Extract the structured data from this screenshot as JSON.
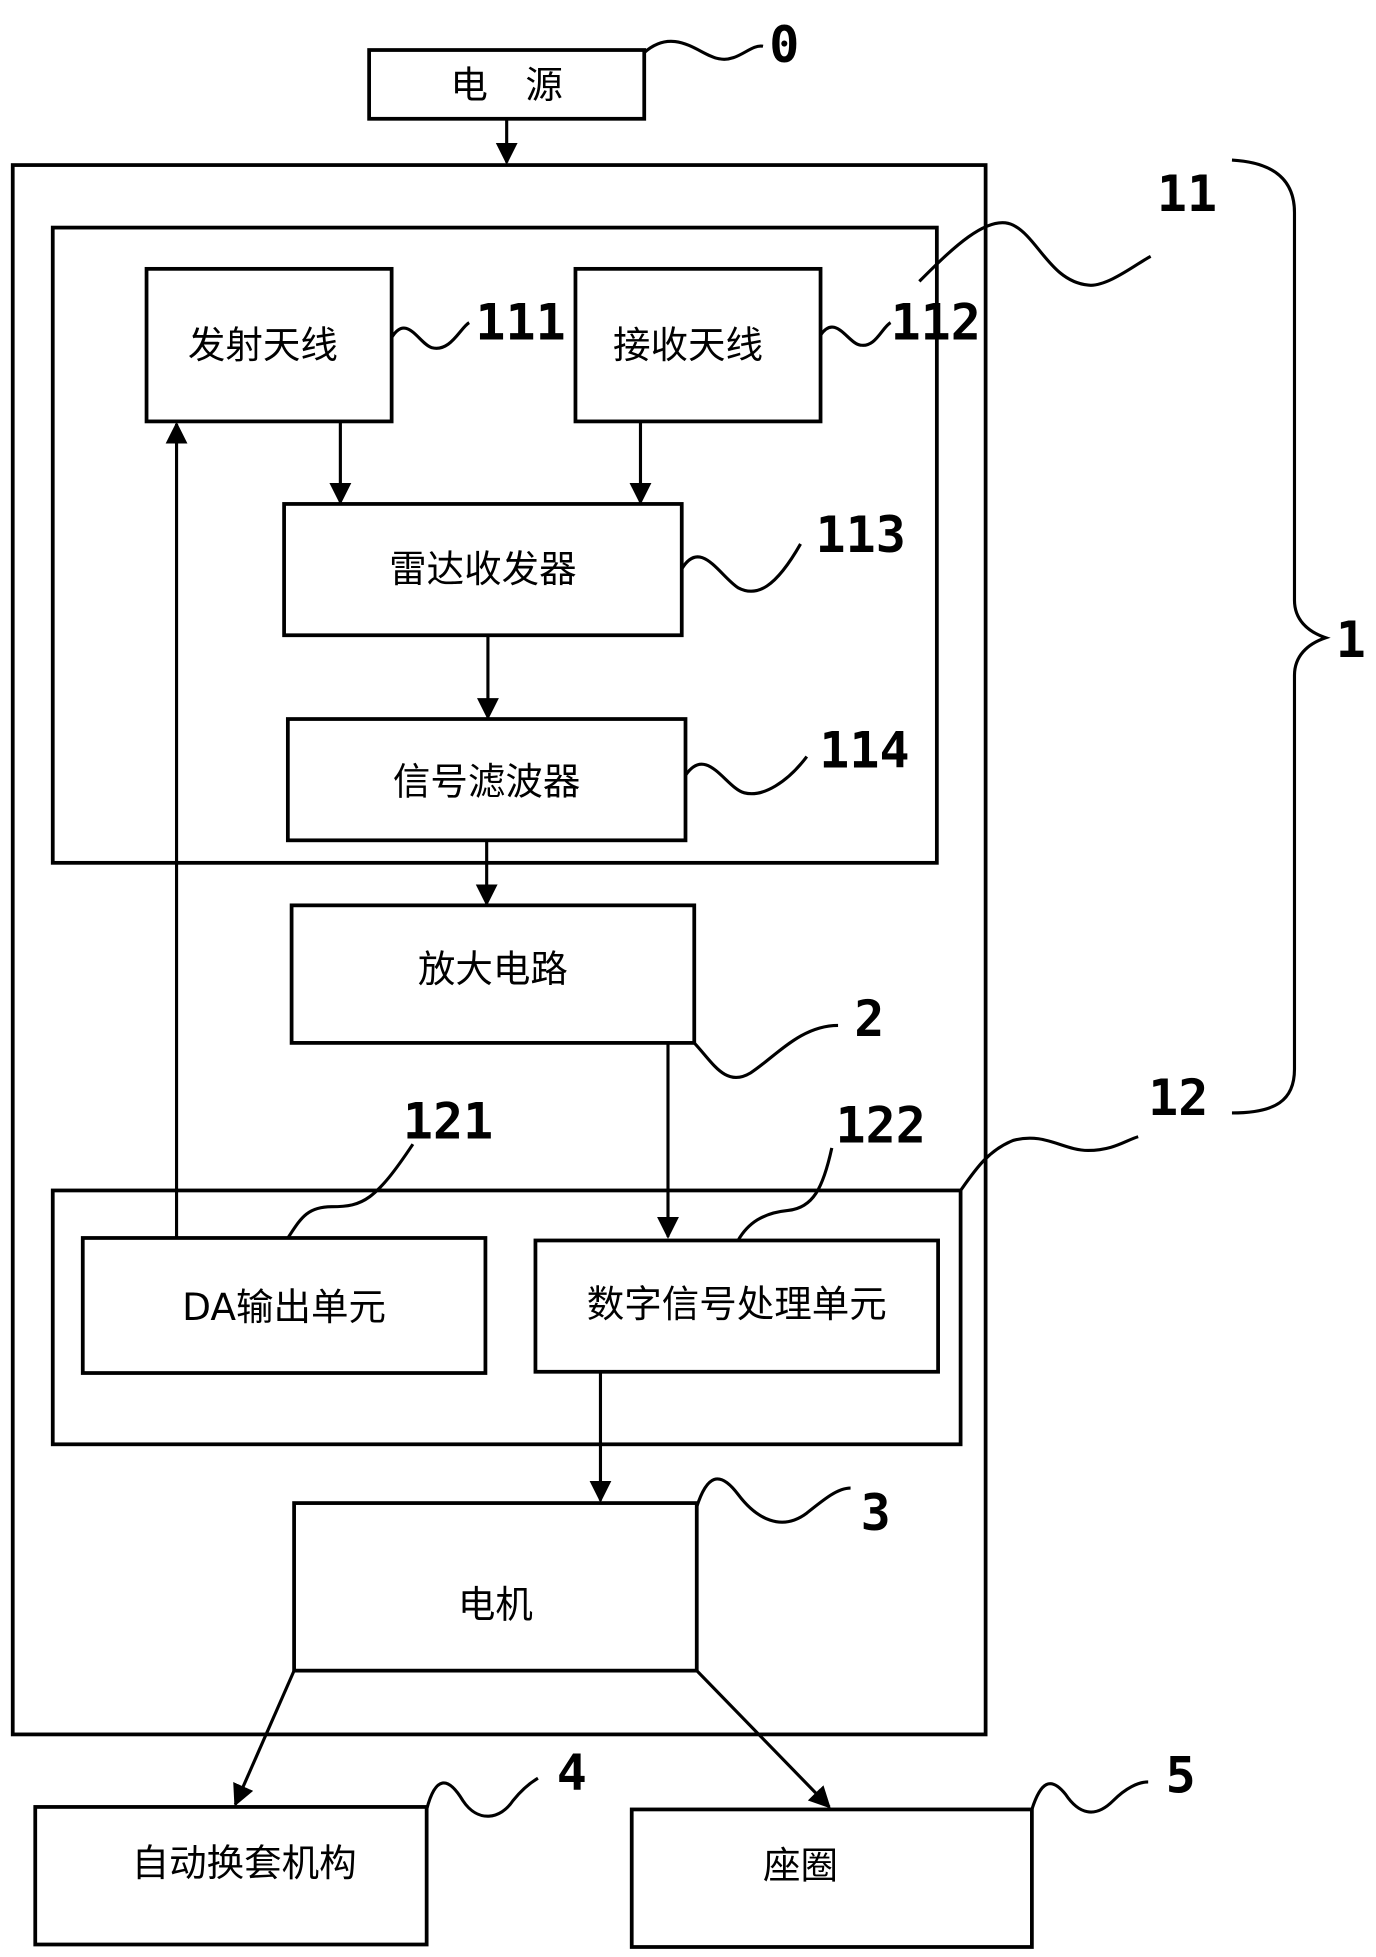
{
  "diagram": {
    "blocks": {
      "power": {
        "label": "电　源",
        "ref": "0"
      },
      "tx_antenna": {
        "label": "发射天线",
        "ref": "111"
      },
      "rx_antenna": {
        "label": "接收天线",
        "ref": "112"
      },
      "radar_transceiver": {
        "label": "雷达收发器",
        "ref": "113"
      },
      "signal_filter": {
        "label": "信号滤波器",
        "ref": "114"
      },
      "amplifier": {
        "label": "放大电路",
        "ref": "2"
      },
      "da_output": {
        "label": "DA输出单元",
        "ref": "121"
      },
      "dsp_unit": {
        "label": "数字信号处理单元",
        "ref": "122"
      },
      "motor": {
        "label": "电机",
        "ref": "3"
      },
      "auto_cover_changer": {
        "label": "自动换套机构",
        "ref": "4"
      },
      "seat_ring": {
        "label": "座圈",
        "ref": "5"
      }
    },
    "groups": {
      "radar_module": {
        "ref": "11"
      },
      "control_module": {
        "ref": "12"
      },
      "sensor_assembly": {
        "ref": "1"
      }
    },
    "connections": [
      {
        "from": "power",
        "to": "main_housing"
      },
      {
        "from": "tx_antenna",
        "to": "radar_transceiver"
      },
      {
        "from": "rx_antenna",
        "to": "radar_transceiver"
      },
      {
        "from": "radar_transceiver",
        "to": "signal_filter"
      },
      {
        "from": "signal_filter",
        "to": "amplifier"
      },
      {
        "from": "amplifier",
        "to": "dsp_unit"
      },
      {
        "from": "da_output",
        "to": "tx_antenna"
      },
      {
        "from": "dsp_unit",
        "to": "motor"
      },
      {
        "from": "motor",
        "to": "auto_cover_changer"
      },
      {
        "from": "motor",
        "to": "seat_ring"
      }
    ]
  }
}
